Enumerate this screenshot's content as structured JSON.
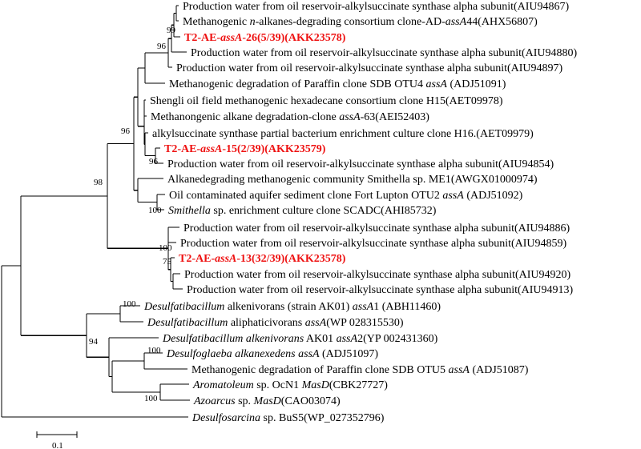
{
  "tree": {
    "leaves": [
      {
        "id": "L1",
        "parts": [
          {
            "t": "Production water from oil reservoir-alkylsuccinate synthase alpha subunit(AIU94867)"
          }
        ]
      },
      {
        "id": "L2",
        "parts": [
          {
            "t": "Methanogenic "
          },
          {
            "t": "n",
            "i": true
          },
          {
            "t": "-alkanes-degrading consortium clone-AD-"
          },
          {
            "t": "assA",
            "i": true
          },
          {
            "t": "44(AHX56807)"
          }
        ]
      },
      {
        "id": "L3",
        "highlight": true,
        "parts": [
          {
            "t": "T2-AE-"
          },
          {
            "t": "assA",
            "i": true
          },
          {
            "t": "-26(5/39)(AKK23578)"
          }
        ]
      },
      {
        "id": "L4",
        "parts": [
          {
            "t": "Production water from oil reservoir-alkylsuccinate synthase alpha subunit(AIU94880)"
          }
        ]
      },
      {
        "id": "L5",
        "parts": [
          {
            "t": "Production water from oil reservoir-alkylsuccinate synthase alpha subunit(AIU94897)"
          }
        ]
      },
      {
        "id": "L6",
        "parts": [
          {
            "t": "Methanogenic degradation of Paraffin clone SDB OTU4 "
          },
          {
            "t": "assA",
            "i": true
          },
          {
            "t": " (ADJ51091)"
          }
        ]
      },
      {
        "id": "L7",
        "parts": [
          {
            "t": "Shengli oil field methanogenic hexadecane consortium clone H15(AET09978)"
          }
        ]
      },
      {
        "id": "L8",
        "parts": [
          {
            "t": "Methanongenic alkane degradation-clone "
          },
          {
            "t": "assA",
            "i": true
          },
          {
            "t": "-63(AEI52403)"
          }
        ]
      },
      {
        "id": "L9",
        "parts": [
          {
            "t": "alkylsuccinate synthase partial bacterium enrichment culture clone H16.(AET09979)"
          }
        ]
      },
      {
        "id": "L10",
        "highlight": true,
        "parts": [
          {
            "t": "T2-AE-"
          },
          {
            "t": "assA",
            "i": true
          },
          {
            "t": "-15(2/39)(AKK23579)"
          }
        ]
      },
      {
        "id": "L11",
        "parts": [
          {
            "t": "Production water from oil reservoir-alkylsuccinate synthase alpha subunit(AIU94854)"
          }
        ]
      },
      {
        "id": "L12",
        "parts": [
          {
            "t": "Alkanedegrading methanogenic community Smithella sp. ME1(AWGX01000974)"
          }
        ]
      },
      {
        "id": "L13",
        "parts": [
          {
            "t": "Oil contaminated aquifer sediment clone Fort Lupton OTU2 "
          },
          {
            "t": "assA",
            "i": true
          },
          {
            "t": " (ADJ51092)"
          }
        ]
      },
      {
        "id": "L14",
        "parts": [
          {
            "t": "Smithella",
            "i": true
          },
          {
            "t": " sp. enrichment culture clone SCADC(AHI85732)"
          }
        ]
      },
      {
        "id": "L15",
        "parts": [
          {
            "t": "Production water from oil reservoir-alkylsuccinate synthase alpha subunit(AIU94886)"
          }
        ]
      },
      {
        "id": "L16",
        "parts": [
          {
            "t": "Production water from oil reservoir-alkylsuccinate synthase alpha subunit(AIU94859)"
          }
        ]
      },
      {
        "id": "L17",
        "highlight": true,
        "parts": [
          {
            "t": "T2-AE-"
          },
          {
            "t": "assA",
            "i": true
          },
          {
            "t": "-13(32/39)(AKK23578)"
          }
        ]
      },
      {
        "id": "L18",
        "parts": [
          {
            "t": "Production water from oil reservoir-alkylsuccinate synthase alpha subunit(AIU94920)"
          }
        ]
      },
      {
        "id": "L19",
        "parts": [
          {
            "t": "Production water from oil reservoir-alkylsuccinate synthase alpha subunit(AIU94913)"
          }
        ]
      },
      {
        "id": "L20",
        "parts": [
          {
            "t": "Desulfatibacillum",
            "i": true
          },
          {
            "t": " alkenivorans (strain AK01) "
          },
          {
            "t": "assA",
            "i": true
          },
          {
            "t": "1 (ABH11460)"
          }
        ]
      },
      {
        "id": "L21",
        "parts": [
          {
            "t": "Desulfatibacillum",
            "i": true
          },
          {
            "t": " aliphaticivorans "
          },
          {
            "t": "assA",
            "i": true
          },
          {
            "t": "(WP 028315530)"
          }
        ]
      },
      {
        "id": "L22",
        "parts": [
          {
            "t": "Desulfatibacillum alkenivorans",
            "i": true
          },
          {
            "t": " AK01 "
          },
          {
            "t": "assA",
            "i": true
          },
          {
            "t": "2(YP 002431360)"
          }
        ]
      },
      {
        "id": "L23",
        "parts": [
          {
            "t": "Desulfoglaeba alkanexedens assA",
            "i": true
          },
          {
            "t": " (ADJ51097)"
          }
        ]
      },
      {
        "id": "L24",
        "parts": [
          {
            "t": "Methanogenic degradation of Paraffin clone SDB OTU5 "
          },
          {
            "t": "assA",
            "i": true
          },
          {
            "t": " (ADJ51087)"
          }
        ]
      },
      {
        "id": "L25",
        "parts": [
          {
            "t": "Aromatoleum",
            "i": true
          },
          {
            "t": " sp. OcN1 "
          },
          {
            "t": "MasD",
            "i": true
          },
          {
            "t": "(CBK27727)"
          }
        ]
      },
      {
        "id": "L26",
        "parts": [
          {
            "t": "Azoarcus",
            "i": true
          },
          {
            "t": " sp. "
          },
          {
            "t": "MasD",
            "i": true
          },
          {
            "t": "(CAO03074)"
          }
        ]
      },
      {
        "id": "L27",
        "parts": [
          {
            "t": "Desulfosarcina",
            "i": true
          },
          {
            "t": " sp. BuS5(WP_027352796)"
          }
        ]
      }
    ],
    "bootstrap": [
      {
        "node": "N99",
        "value": "99"
      },
      {
        "node": "N96a",
        "value": "96"
      },
      {
        "node": "N96b",
        "value": "96"
      },
      {
        "node": "N96c",
        "value": "96"
      },
      {
        "node": "N98",
        "value": "98"
      },
      {
        "node": "N100a",
        "value": "100"
      },
      {
        "node": "N100b",
        "value": "100"
      },
      {
        "node": "N75",
        "value": "75"
      },
      {
        "node": "N100c",
        "value": "100"
      },
      {
        "node": "N94",
        "value": "94"
      },
      {
        "node": "N100d",
        "value": "100"
      },
      {
        "node": "N100e",
        "value": "100"
      }
    ],
    "scale_bar": {
      "label": "0.1",
      "value": 0.1
    },
    "colors": {
      "highlight": "#ee1111",
      "branch": "#000000"
    }
  }
}
